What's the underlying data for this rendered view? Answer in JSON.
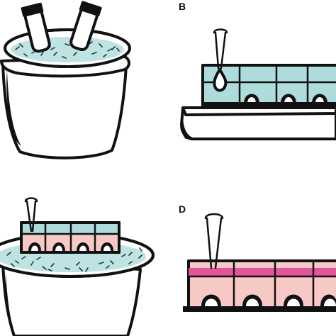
{
  "panels": [
    {
      "id": "A",
      "label": ""
    },
    {
      "id": "B",
      "label": "B"
    },
    {
      "id": "C",
      "label": ""
    },
    {
      "id": "D",
      "label": "D"
    }
  ],
  "colors": {
    "ink": "#111111",
    "ice": "#bfe3e3",
    "well_blue": "#aedcdc",
    "well_pink": "#f6c9c6",
    "band_magenta": "#e2559b",
    "paper": "#ffffff"
  },
  "icons": [
    "ice-bucket-icon",
    "tube-icon",
    "pipette-icon",
    "droplet-icon",
    "well-plate-icon",
    "tray-icon"
  ]
}
